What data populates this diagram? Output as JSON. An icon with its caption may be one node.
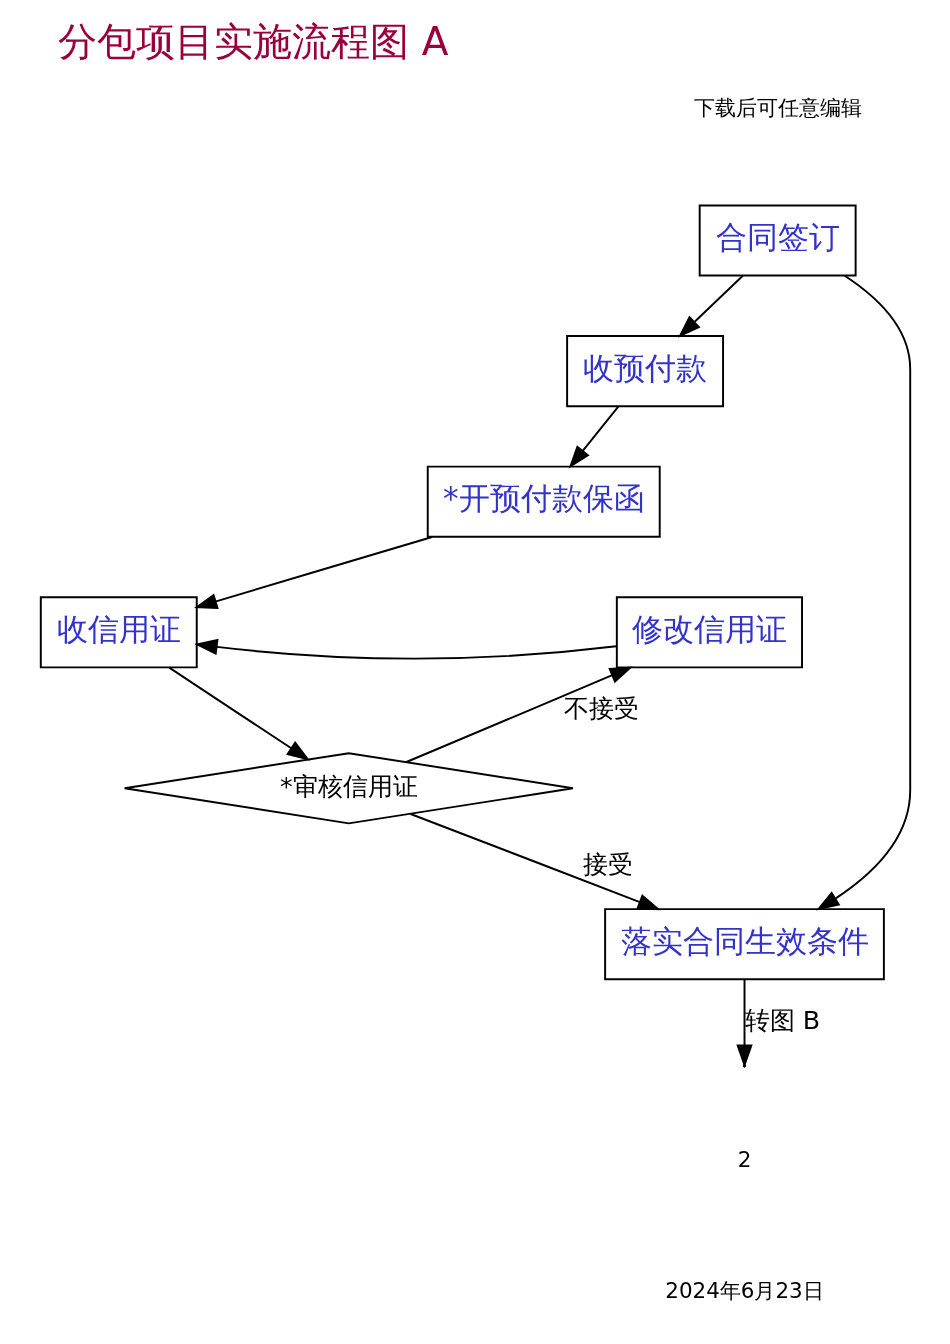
{
  "diagram": {
    "title": "分包项目实施流程图 A",
    "nodes": [
      {
        "text": [
          "合同签订"
        ]
      },
      {
        "text": [
          "收预付款"
        ]
      },
      {
        "text": [
          "*开预付款保函"
        ]
      },
      {
        "text": [
          "收信用证"
        ]
      },
      {
        "text": [
          "修改信用证"
        ]
      },
      {
        "text": [
          "*审核信用证"
        ]
      },
      {
        "text": [
          "落实合同生效条件"
        ]
      }
    ],
    "edges": [
      {
        "from": 0,
        "to": 1,
        "arrow": "to"
      },
      {
        "from": 1,
        "to": 2,
        "arrow": "to"
      },
      {
        "from": 2,
        "to": 3,
        "arrow": "to"
      },
      {
        "from": 3,
        "to": 5,
        "arrow": "to"
      },
      {
        "from": 5,
        "to": 4,
        "arrow": "to",
        "label": "不接受"
      },
      {
        "from": 4,
        "to": 3,
        "arrow": "to"
      },
      {
        "from": 5,
        "to": 6,
        "arrow": "to",
        "label": "接受"
      },
      {
        "from": 0,
        "to": 6,
        "arrow": "to"
      },
      {
        "from": 6,
        "to": null,
        "arrow": "to",
        "label": "转图 B"
      }
    ],
    "labels": [
      "下载后可任意编辑",
      "2",
      "2024年6月23日"
    ]
  }
}
